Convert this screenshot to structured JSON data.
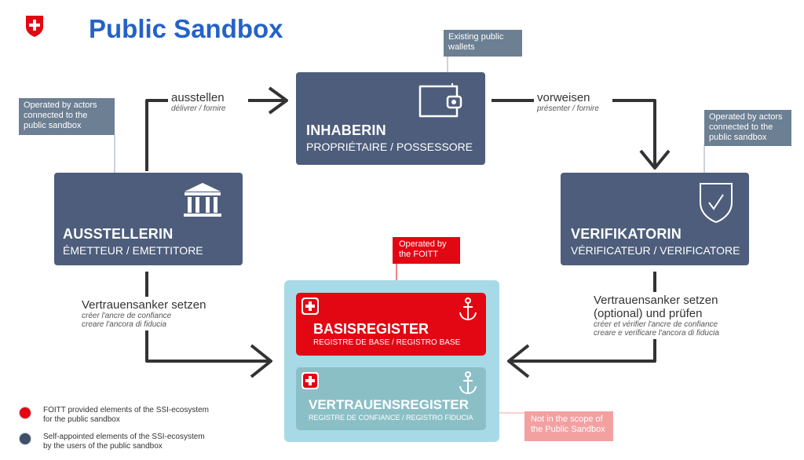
{
  "header": {
    "title": "Public Sandbox"
  },
  "notes": {
    "wallets": "Existing public wallets",
    "actors_left": "Operated by actors connected to the public sandbox",
    "actors_right": "Operated by actors connected to the public sandbox",
    "foitt": "Operated by the FOITT",
    "not_scope": "Not in the scope of the Public Sandbox"
  },
  "boxes": {
    "holder": {
      "name": "INHABERIN",
      "sub": "PROPRIÉTAIRE / POSSESSORE"
    },
    "issuer": {
      "name": "AUSSTELLERIN",
      "sub": "ÉMETTEUR / EMETTITORE"
    },
    "verifier": {
      "name": "VERIFIKATORIN",
      "sub": "VÉRIFICATEUR / VERIFICATORE"
    },
    "base_register": {
      "name": "BASISREGISTER",
      "sub": "REGISTRE DE BASE / REGISTRO BASE"
    },
    "trust_register": {
      "name": "VERTRAUENSREGISTER",
      "sub": "REGISTRE DE CONFIANCE / REGISTRO FIDUCIA"
    }
  },
  "edges": {
    "issue": {
      "main": "ausstellen",
      "sub": "délivrer / fornire"
    },
    "present": {
      "main": "vorweisen",
      "sub": "présenter / fornire"
    },
    "anchor_left": {
      "main": "Vertrauensanker setzen",
      "sub1": "créer l'ancre de confiance",
      "sub2": "creare l'ancora di fiducia"
    },
    "anchor_right": {
      "main1": "Vertrauensanker setzen",
      "main2": "(optional) und prüfen",
      "sub1": "créer et vérifier l'ancre de confiance",
      "sub2": "creare e verificare l'ancora di fiducia"
    }
  },
  "legend": {
    "foitt": {
      "line1": "FOITT provided elements of the SSI-ecosystem",
      "line2": "for the public sandbox",
      "color": "#e30613"
    },
    "self": {
      "line1": "Self-appointed elements of the SSI-ecosystem",
      "line2": "by the users of the public sandbox",
      "color": "#3e5068"
    }
  },
  "colors": {
    "navy": "#4d5d7b",
    "red": "#e30613",
    "teal": "#8bbfc6",
    "panel": "#a7dae6",
    "title": "#2462c8"
  }
}
